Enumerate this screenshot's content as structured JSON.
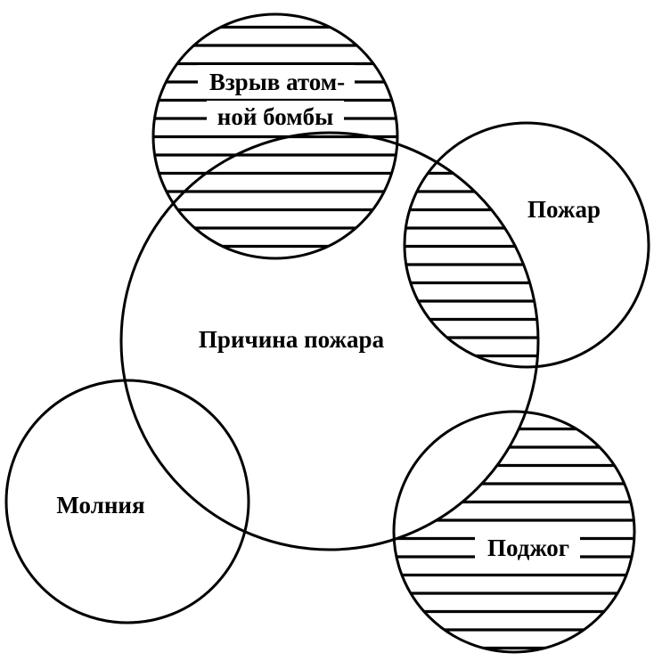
{
  "diagram": {
    "colors": {
      "stroke": "#000000",
      "background": "#ffffff"
    },
    "center": {
      "label": "Причина пожара"
    },
    "circles": [
      {
        "id": "bomb",
        "label_line1": "Взрыв атом-",
        "label_line2": "ной бомбы",
        "hatch": "full"
      },
      {
        "id": "fire",
        "label": "Пожар",
        "hatch": "intersection"
      },
      {
        "id": "arson",
        "label": "Поджог",
        "hatch": "outside-center"
      },
      {
        "id": "lightning",
        "label": "Молния",
        "hatch": "none"
      }
    ]
  }
}
